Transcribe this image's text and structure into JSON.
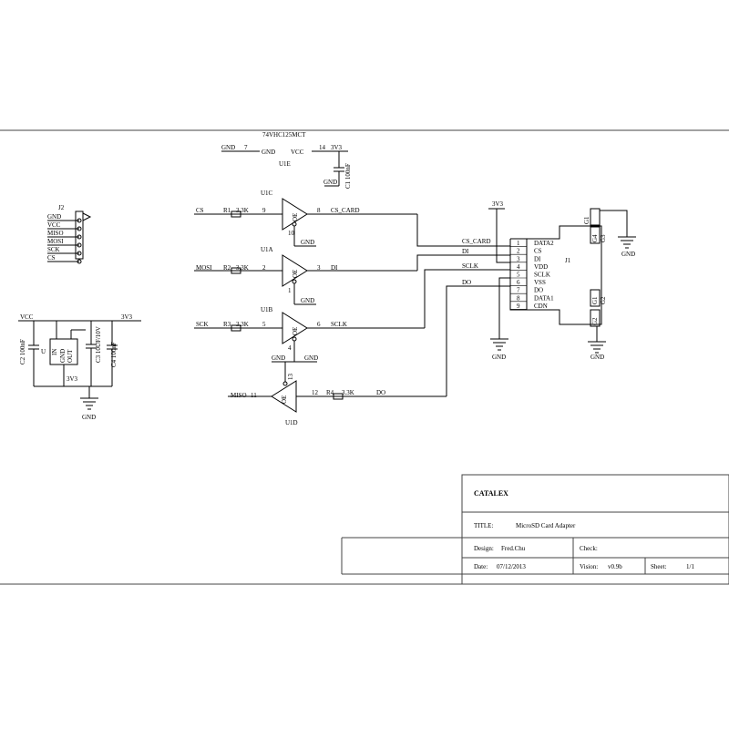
{
  "u1e": {
    "part": "74VHC125MCT",
    "ref": "U1E",
    "gnd_pin_label": "GND",
    "gnd_pin_num": "7",
    "gnd_net": "GND",
    "vcc_pin_label": "VCC",
    "vcc_pin_num": "14",
    "vcc_net": "3V3"
  },
  "c1": {
    "label": "C1 100nF",
    "gnd": "GND"
  },
  "j2": {
    "ref": "J2",
    "pins": [
      "GND",
      "VCC",
      "MISO",
      "MOSI",
      "SCK",
      "CS"
    ]
  },
  "reg": {
    "vcc": "VCC",
    "out": "3V3",
    "u_label": "U",
    "pin_in": "IN",
    "pin_gnd": "GND",
    "pin_out": "OUT",
    "c2": "C2 100nF",
    "c3": "C3 10UF/10V",
    "c4": "C4 100nF",
    "net_3v3": "3V3",
    "gnd": "GND"
  },
  "buffers": [
    {
      "ref": "U1C",
      "in_net": "CS",
      "res": "R1",
      "res_val": "3.3K",
      "pin_in": "9",
      "pin_out": "8",
      "pin_oe": "10",
      "out_net": "CS_CARD",
      "oe": "OE",
      "gnd": "GND"
    },
    {
      "ref": "U1A",
      "in_net": "MOSI",
      "res": "R2",
      "res_val": "3.3K",
      "pin_in": "2",
      "pin_out": "3",
      "pin_oe": "1",
      "out_net": "DI",
      "oe": "OE",
      "gnd": "GND"
    },
    {
      "ref": "U1B",
      "in_net": "SCK",
      "res": "R3",
      "res_val": "3.3K",
      "pin_in": "5",
      "pin_out": "6",
      "pin_oe": "4",
      "out_net": "SCLK",
      "oe": "OE",
      "gnd": "GND"
    }
  ],
  "u1d": {
    "ref": "U1D",
    "out_net": "MISO",
    "pin_out": "11",
    "pin_in": "12",
    "pin_oe": "13",
    "res": "R4",
    "res_val": "3.3K",
    "in_net": "DO",
    "oe": "OE",
    "gnd": "GND",
    "gnd2": "GND"
  },
  "j1": {
    "ref": "J1",
    "vcc_net": "3V3",
    "pins": [
      {
        "num": "1",
        "name": "DATA2"
      },
      {
        "num": "2",
        "name": "CS"
      },
      {
        "num": "3",
        "name": "DI"
      },
      {
        "num": "4",
        "name": "VDD"
      },
      {
        "num": "5",
        "name": "SCLK"
      },
      {
        "num": "6",
        "name": "VSS"
      },
      {
        "num": "7",
        "name": "DO"
      },
      {
        "num": "8",
        "name": "DATA1"
      },
      {
        "num": "9",
        "name": "CDN"
      }
    ],
    "nets": [
      "CS_CARD",
      "DI",
      "SCLK",
      "DO"
    ],
    "shield_top": [
      "G1",
      "G4",
      "G3"
    ],
    "shield_bot": [
      "G1",
      "G2",
      "G2"
    ],
    "gnd_vss": "GND",
    "gnd_top": "GND",
    "gnd_bot": "GND"
  },
  "title_block": {
    "company": "CATALEX",
    "title_label": "TITLE:",
    "title": "MicroSD Card Adapter",
    "design_label": "Design:",
    "designer": "Fred.Chu",
    "check_label": "Check:",
    "date_label": "Date:",
    "date": "07/12/2013",
    "version_label": "Vision:",
    "version": "v0.9b",
    "sheet_label": "Sheet:",
    "sheet": "1/1"
  }
}
